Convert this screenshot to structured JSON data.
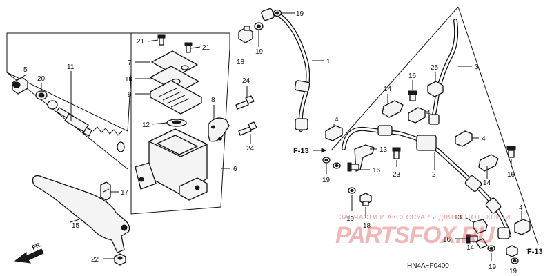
{
  "callouts": {
    "c1": "1",
    "c2": "2",
    "c3": "3",
    "c4a": "4",
    "c4b": "4",
    "c4c": "4",
    "c4d": "4",
    "c4e": "4",
    "c5": "5",
    "c6": "6",
    "c7": "7",
    "c8": "8",
    "c9": "9",
    "c10": "10",
    "c11": "11",
    "c12": "12",
    "c13a": "13",
    "c13b": "13",
    "c14a": "14",
    "c14b": "14",
    "c14c": "14",
    "c15": "15",
    "c16a": "16",
    "c16b": "16",
    "c16c": "16",
    "c16d": "16",
    "c17": "17",
    "c18a": "18",
    "c18b": "18",
    "c19a": "19",
    "c19b": "19",
    "c19c": "19",
    "c19d": "19",
    "c19e": "19",
    "c19f": "19",
    "c20": "20",
    "c21a": "21",
    "c21b": "21",
    "c22": "22",
    "c23": "23",
    "c24a": "24",
    "c24b": "24",
    "c25": "25"
  },
  "frame_refs": {
    "f13_left": "F-13",
    "f13_right": "F-13"
  },
  "front_arrow": "FR.",
  "diagram_code": "HN4A~F0400",
  "watermark": {
    "tagline": "ЗАПЧАСТИ И АКСЕССУАРЫ ДЛЯ МОТОТЕХНИКИ",
    "brand": "PARTSFOX.RU"
  },
  "colors": {
    "ink": "#111111",
    "watermark": "#d93030"
  }
}
